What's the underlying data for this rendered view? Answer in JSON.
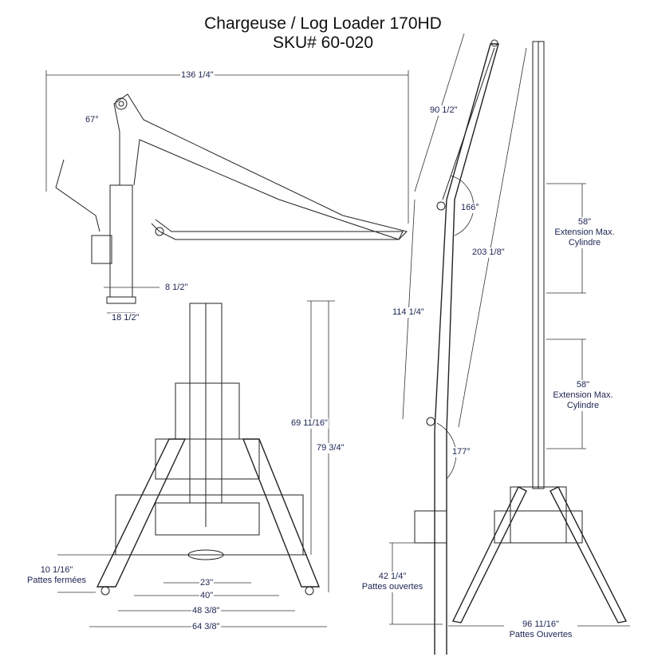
{
  "title": {
    "line1": "Chargeuse / Log Loader 170HD",
    "line2": "SKU# 60-020"
  },
  "side_view": {
    "overall_length": "136 1/4\"",
    "angle": "67°",
    "offset": "8 1/2\"",
    "base_width": "18 1/2\""
  },
  "front_view": {
    "height_inner": "69 11/16\"",
    "height_total": "79 3/4\"",
    "ground_clearance": "10 1/16\"",
    "ground_clearance_note": "Pattes fermées",
    "width_23": "23\"",
    "width_40": "40\"",
    "width_48": "48 3/8\"",
    "width_64": "64 3/8\""
  },
  "extended_view": {
    "boom_length": "90 1/2\"",
    "angle_upper": "166°",
    "reach": "203 1/8\"",
    "main_length": "114 1/4\"",
    "angle_lower": "177°",
    "height_open": "42 1/4\"",
    "height_open_note": "Pattes ouvertes"
  },
  "rear_view": {
    "ext1": "58\"",
    "ext1_note1": "Extension Max.",
    "ext1_note2": "Cylindre",
    "ext2": "58\"",
    "ext2_note1": "Extension Max.",
    "ext2_note2": "Cylindre",
    "span": "96 11/16\"",
    "span_note": "Pattes Ouvertes"
  }
}
